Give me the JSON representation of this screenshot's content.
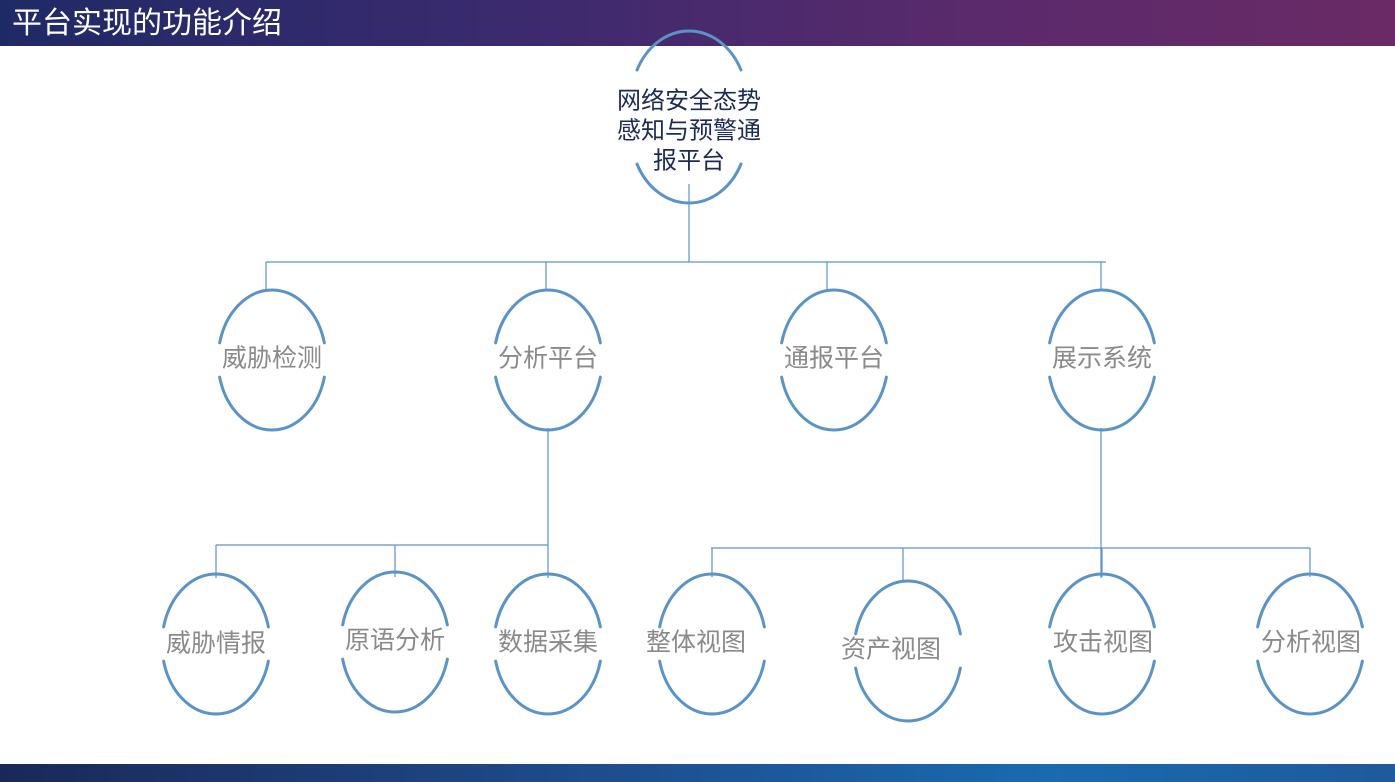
{
  "slide": {
    "title": "平台实现的功能介绍"
  },
  "diagram": {
    "root": {
      "lines": [
        "网络安全态势",
        "感知与预警通",
        "报平台"
      ]
    },
    "level2": [
      {
        "label": "威胁检测"
      },
      {
        "label": "分析平台"
      },
      {
        "label": "通报平台"
      },
      {
        "label": "展示系统"
      }
    ],
    "analysis_children": [
      {
        "label": "威胁情报"
      },
      {
        "label": "原语分析"
      },
      {
        "label": "数据采集"
      }
    ],
    "display_children": [
      {
        "label": "整体视图"
      },
      {
        "label": "资产视图"
      },
      {
        "label": "攻击视图"
      },
      {
        "label": "分析视图"
      }
    ],
    "colors": {
      "node_stroke": "#5b93c4",
      "connector": "#5b93c4",
      "node_text": "#8a8a8a",
      "root_text": "#1c2a56",
      "title_bar_start": "#1e2a66",
      "title_bar_end": "#6a2a66",
      "footer_bar": "#1a6ab0"
    }
  }
}
